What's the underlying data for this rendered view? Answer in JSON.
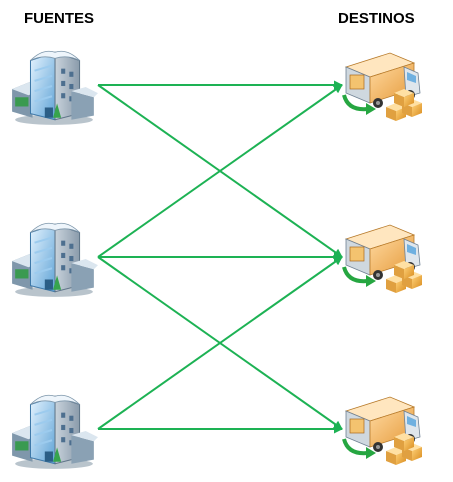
{
  "headers": {
    "sources": "FUENTES",
    "destinations": "DESTINOS"
  },
  "colors": {
    "arrow": "#1db254"
  },
  "icons": {
    "source": "office-building-icon",
    "destination": "delivery-truck-icon"
  },
  "sources": [
    {
      "id": "s1"
    },
    {
      "id": "s2"
    },
    {
      "id": "s3"
    }
  ],
  "destinations": [
    {
      "id": "d1"
    },
    {
      "id": "d2"
    },
    {
      "id": "d3"
    }
  ],
  "connections": [
    {
      "from": "s1",
      "to": "d1"
    },
    {
      "from": "s1",
      "to": "d2"
    },
    {
      "from": "s2",
      "to": "d1"
    },
    {
      "from": "s2",
      "to": "d2"
    },
    {
      "from": "s2",
      "to": "d3"
    },
    {
      "from": "s3",
      "to": "d2"
    },
    {
      "from": "s3",
      "to": "d3"
    }
  ]
}
